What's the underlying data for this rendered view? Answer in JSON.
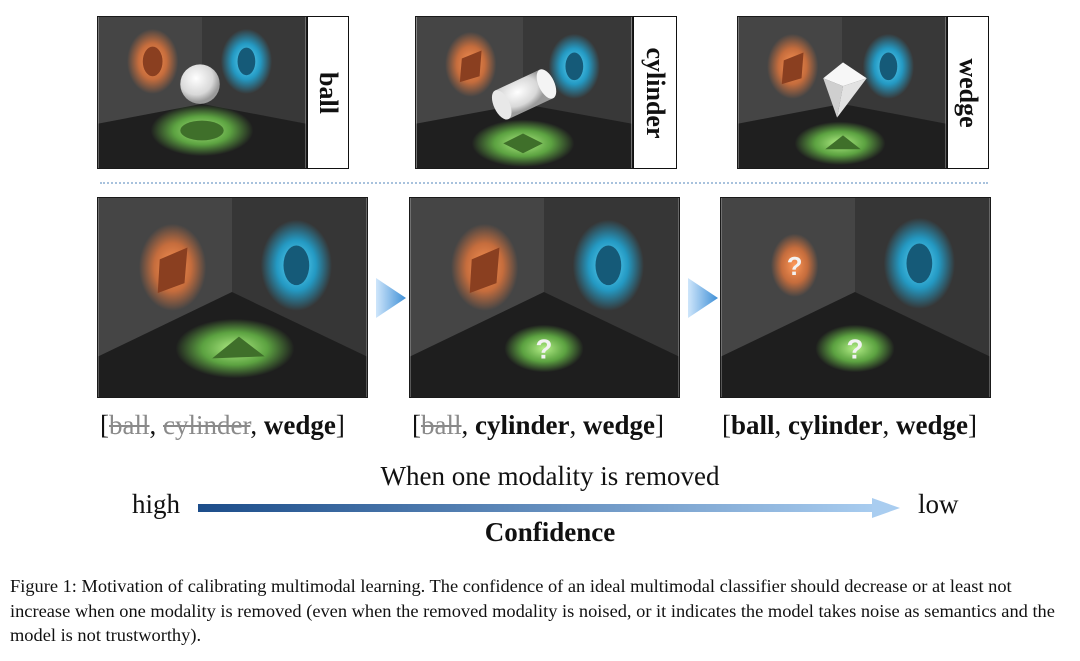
{
  "figure": {
    "top_labels": [
      "ball",
      "cylinder",
      "wedge"
    ],
    "bottom_panels": [
      {
        "question_marks": [
          "?"
        ]
      },
      {
        "question_marks": [
          "?",
          "?"
        ]
      }
    ],
    "lists": [
      {
        "open": "[",
        "items": [
          {
            "text": "ball",
            "state": "struck"
          },
          {
            "sep": ", "
          },
          {
            "text": "cylinder",
            "state": "struck"
          },
          {
            "sep": ", "
          },
          {
            "text": "wedge",
            "state": "bold"
          }
        ],
        "close": "]"
      },
      {
        "open": "[",
        "items": [
          {
            "text": "ball",
            "state": "struck"
          },
          {
            "sep": ", "
          },
          {
            "text": "cylinder",
            "state": "bold"
          },
          {
            "sep": ", "
          },
          {
            "text": "wedge",
            "state": "bold"
          }
        ],
        "close": "]"
      },
      {
        "open": "[",
        "items": [
          {
            "text": "ball",
            "state": "bold"
          },
          {
            "sep": ", "
          },
          {
            "text": "cylinder",
            "state": "bold"
          },
          {
            "sep": ", "
          },
          {
            "text": "wedge",
            "state": "bold"
          }
        ],
        "close": "]"
      }
    ],
    "arrow_caption": "When one modality is removed",
    "high_label": "high",
    "low_label": "low",
    "confidence_label": "Confidence",
    "colors": {
      "arrow_start": "#1c4d8a",
      "arrow_end": "#a9cdf0",
      "orange_glow": "#f08a4a",
      "blue_glow": "#2fb8e8",
      "green_glow": "#7fcf5a"
    }
  },
  "caption": "Figure 1: Motivation of calibrating multimodal learning. The confidence of an ideal multimodal classifier should decrease or at least not increase when one modality is removed (even when the removed modality is noised, or it indicates the model takes noise as semantics and the model is not trustworthy)."
}
